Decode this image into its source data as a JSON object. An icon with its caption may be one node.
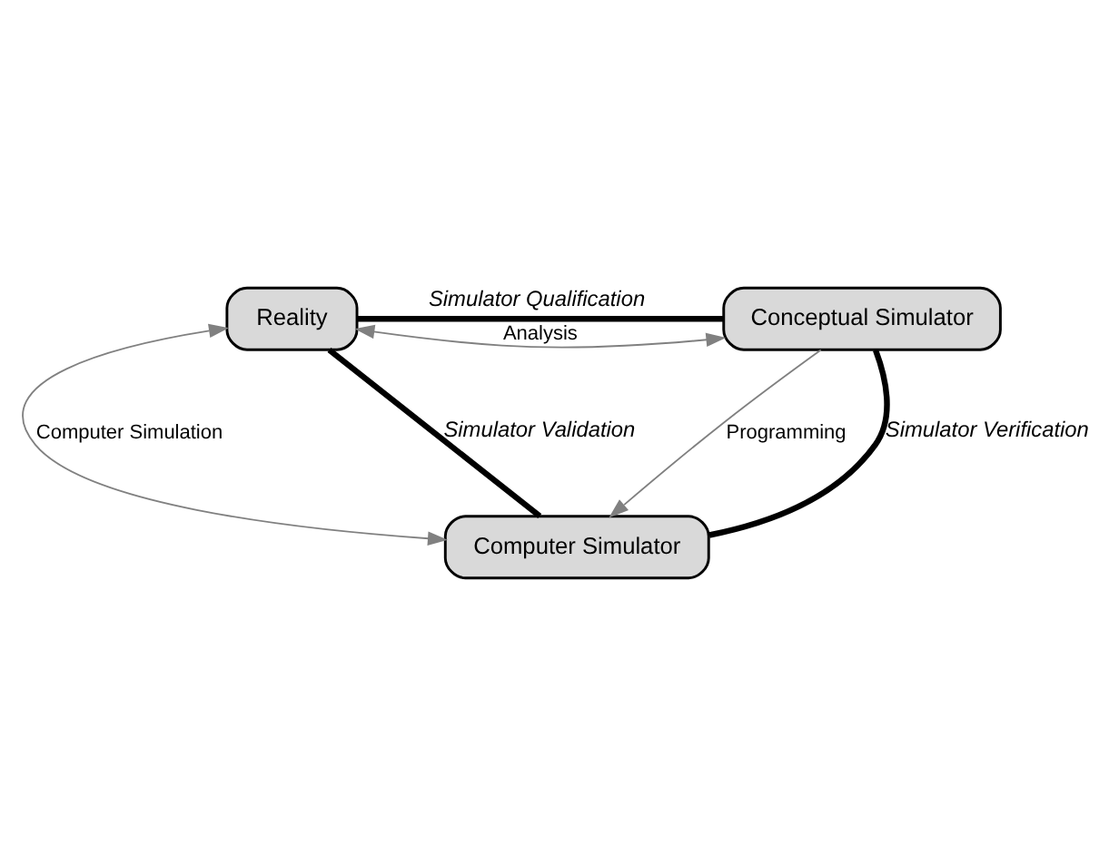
{
  "diagram": {
    "nodes": [
      {
        "text": [
          "Reality"
        ]
      },
      {
        "text": [
          "Conceptual Simulator"
        ]
      },
      {
        "text": [
          "Computer Simulator"
        ]
      }
    ],
    "edges": [
      {
        "from": 0,
        "to": 1,
        "arrow": "both",
        "label": "Analysis",
        "color": "#808080"
      },
      {
        "from": 0,
        "to": 2,
        "arrow": "both",
        "label": "Computer Simulation",
        "color": "#808080"
      },
      {
        "from": 1,
        "to": 2,
        "arrow": "to",
        "label": "Programming",
        "color": "#808080"
      },
      {
        "from": 0,
        "to": 1,
        "arrow": "none",
        "label": "Simulator Qualification",
        "style": "thick",
        "color": "#000000"
      },
      {
        "from": 1,
        "to": 2,
        "arrow": "none",
        "label": "Simulator Verification",
        "style": "thick",
        "color": "#000000"
      },
      {
        "from": 2,
        "to": 0,
        "arrow": "none",
        "label": "Simulator Validation",
        "style": "thick",
        "color": "#000000"
      }
    ]
  }
}
